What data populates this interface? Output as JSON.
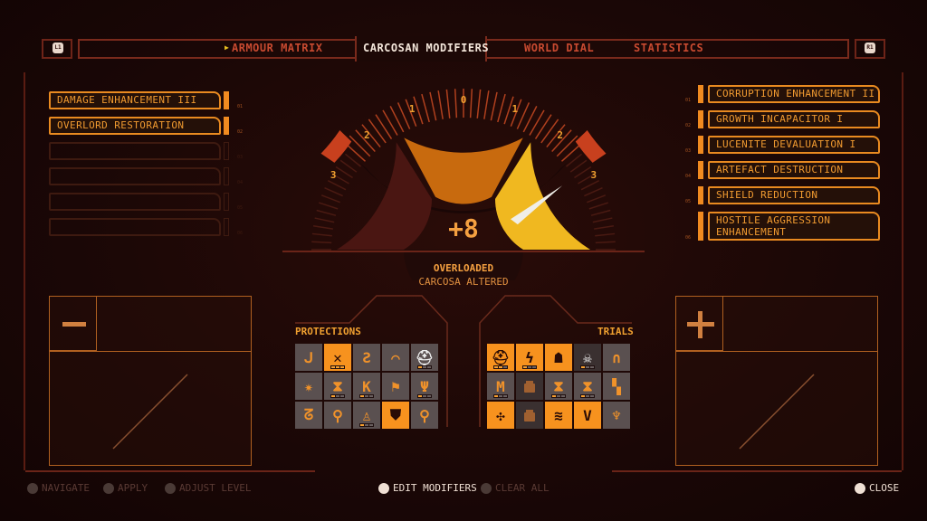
{
  "header": {
    "left_button": "L1",
    "right_button": "R1",
    "tabs": [
      {
        "label": "ARMOUR MATRIX",
        "active": false
      },
      {
        "label": "CARCOSAN MODIFIERS",
        "active": true
      },
      {
        "label": "WORLD DIAL",
        "active": false
      },
      {
        "label": "STATISTICS",
        "active": false
      }
    ]
  },
  "left_modifiers": [
    {
      "slot": "01",
      "label": "DAMAGE ENHANCEMENT III"
    },
    {
      "slot": "02",
      "label": "OVERLORD RESTORATION"
    },
    {
      "slot": "03",
      "label": ""
    },
    {
      "slot": "04",
      "label": ""
    },
    {
      "slot": "05",
      "label": ""
    },
    {
      "slot": "06",
      "label": ""
    }
  ],
  "right_modifiers": [
    {
      "slot": "01",
      "label": "CORRUPTION ENHANCEMENT II"
    },
    {
      "slot": "02",
      "label": "GROWTH INCAPACITOR I"
    },
    {
      "slot": "03",
      "label": "LUCENITE DEVALUATION I"
    },
    {
      "slot": "04",
      "label": "ARTEFACT DESTRUCTION"
    },
    {
      "slot": "05",
      "label": "SHIELD REDUCTION"
    },
    {
      "slot": "06",
      "label": "HOSTILE AGGRESSION ENHANCEMENT"
    }
  ],
  "dial": {
    "scale": [
      "3",
      "2",
      "1",
      "0",
      "1",
      "2",
      "3"
    ],
    "value": "+8",
    "status": "OVERLOADED",
    "substatus": "CARCOSA ALTERED",
    "colors": {
      "low": "#4a1612",
      "mid": "#c86a0e",
      "high": "#f0b820",
      "needle": "#f0eee8"
    }
  },
  "left_panel_icon": "minus-icon",
  "right_panel_icon": "plus-icon",
  "protections": {
    "title": "PROTECTIONS",
    "tiles": [
      {
        "icon": "hook",
        "glyph": "ᒍ",
        "state": "grey",
        "level": null
      },
      {
        "icon": "cross-arrows",
        "glyph": "✕",
        "state": "on",
        "level": 3
      },
      {
        "icon": "swirl",
        "glyph": "Ƨ",
        "state": "grey",
        "level": null
      },
      {
        "icon": "arch",
        "glyph": "⌒",
        "state": "grey",
        "level": null
      },
      {
        "icon": "helmet",
        "glyph": "⛑",
        "state": "grey-white",
        "level": 1
      },
      {
        "icon": "burst",
        "glyph": "✷",
        "state": "grey",
        "level": null
      },
      {
        "icon": "hourglass",
        "glyph": "⧗",
        "state": "grey",
        "level": 1
      },
      {
        "icon": "k-shape",
        "glyph": "K",
        "state": "grey",
        "level": 1
      },
      {
        "icon": "flag",
        "glyph": "⚑",
        "state": "grey",
        "level": null
      },
      {
        "icon": "fork",
        "glyph": "Ψ",
        "state": "grey",
        "level": 1
      },
      {
        "icon": "bracket",
        "glyph": "ᘔ",
        "state": "grey",
        "level": null
      },
      {
        "icon": "wrench",
        "glyph": "⚲",
        "state": "grey",
        "level": null
      },
      {
        "icon": "figure",
        "glyph": "♙",
        "state": "grey",
        "level": 1
      },
      {
        "icon": "shield",
        "glyph": "⛊",
        "state": "on",
        "level": null
      },
      {
        "icon": "wrench",
        "glyph": "⚲",
        "state": "grey",
        "level": null
      }
    ]
  },
  "trials": {
    "title": "TRIALS",
    "tiles": [
      {
        "icon": "helmet",
        "glyph": "⛑",
        "state": "on",
        "level": 2
      },
      {
        "icon": "lightning",
        "glyph": "ϟ",
        "state": "on",
        "level": 1
      },
      {
        "icon": "head",
        "glyph": "☗",
        "state": "on",
        "level": null
      },
      {
        "icon": "skull",
        "glyph": "☠",
        "state": "dark-white",
        "level": 1
      },
      {
        "icon": "arch",
        "glyph": "∩",
        "state": "grey",
        "level": null
      },
      {
        "icon": "m-shape",
        "glyph": "M",
        "state": "grey",
        "level": 1
      },
      {
        "icon": "lock",
        "glyph": "🔒",
        "state": "dark",
        "level": null
      },
      {
        "icon": "hourglass",
        "glyph": "⧗",
        "state": "grey",
        "level": 1
      },
      {
        "icon": "hourglass",
        "glyph": "⧗",
        "state": "grey",
        "level": 1
      },
      {
        "icon": "squares",
        "glyph": "▚",
        "state": "grey",
        "level": null
      },
      {
        "icon": "shards",
        "glyph": "✣",
        "state": "on",
        "level": null
      },
      {
        "icon": "lock",
        "glyph": "🔒",
        "state": "dark",
        "level": null
      },
      {
        "icon": "waves",
        "glyph": "≋",
        "state": "on",
        "level": null
      },
      {
        "icon": "v-shape",
        "glyph": "V",
        "state": "on",
        "level": null
      },
      {
        "icon": "crest",
        "glyph": "♆",
        "state": "grey",
        "level": null
      }
    ]
  },
  "footer": {
    "navigate": "NAVIGATE",
    "apply": "APPLY",
    "adjust_level": "ADJUST LEVEL",
    "edit_modifiers": "EDIT MODIFIERS",
    "clear_all": "CLEAR ALL",
    "close": "CLOSE"
  }
}
